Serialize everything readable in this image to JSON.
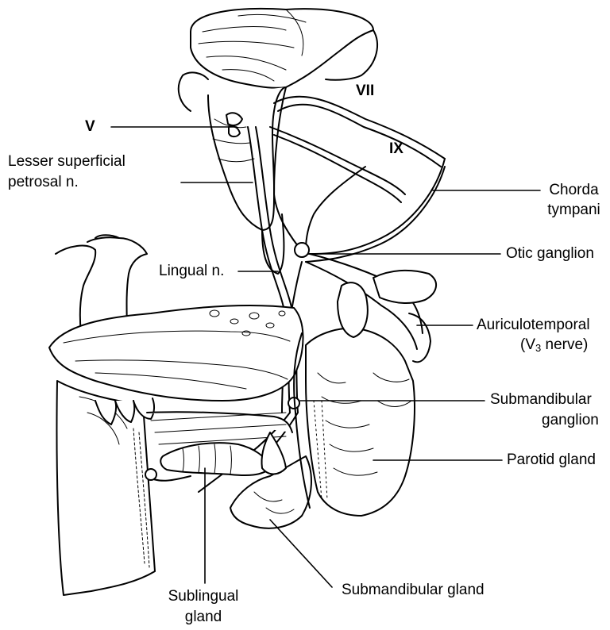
{
  "labels": {
    "v": "V",
    "vii": "VII",
    "ix": "IX",
    "lesser_superficial_1": "Lesser superficial",
    "lesser_superficial_2": "petrosal n.",
    "chorda_1": "Chorda",
    "chorda_2": "tympani",
    "otic_ganglion": "Otic ganglion",
    "lingual_n": "Lingual n.",
    "auriculotemporal_1": "Auriculotemporal",
    "auriculotemporal_2_pre": "(V",
    "auriculotemporal_2_sub": "3",
    "auriculotemporal_2_post": " nerve)",
    "submandibular_ganglion_1": "Submandibular",
    "submandibular_ganglion_2": "ganglion",
    "parotid_gland": "Parotid gland",
    "sublingual_1": "Sublingual",
    "sublingual_2": "gland",
    "submandibular_gland": "Submandibular gland"
  },
  "colors": {
    "ink": "#000000",
    "paper": "#ffffff"
  }
}
